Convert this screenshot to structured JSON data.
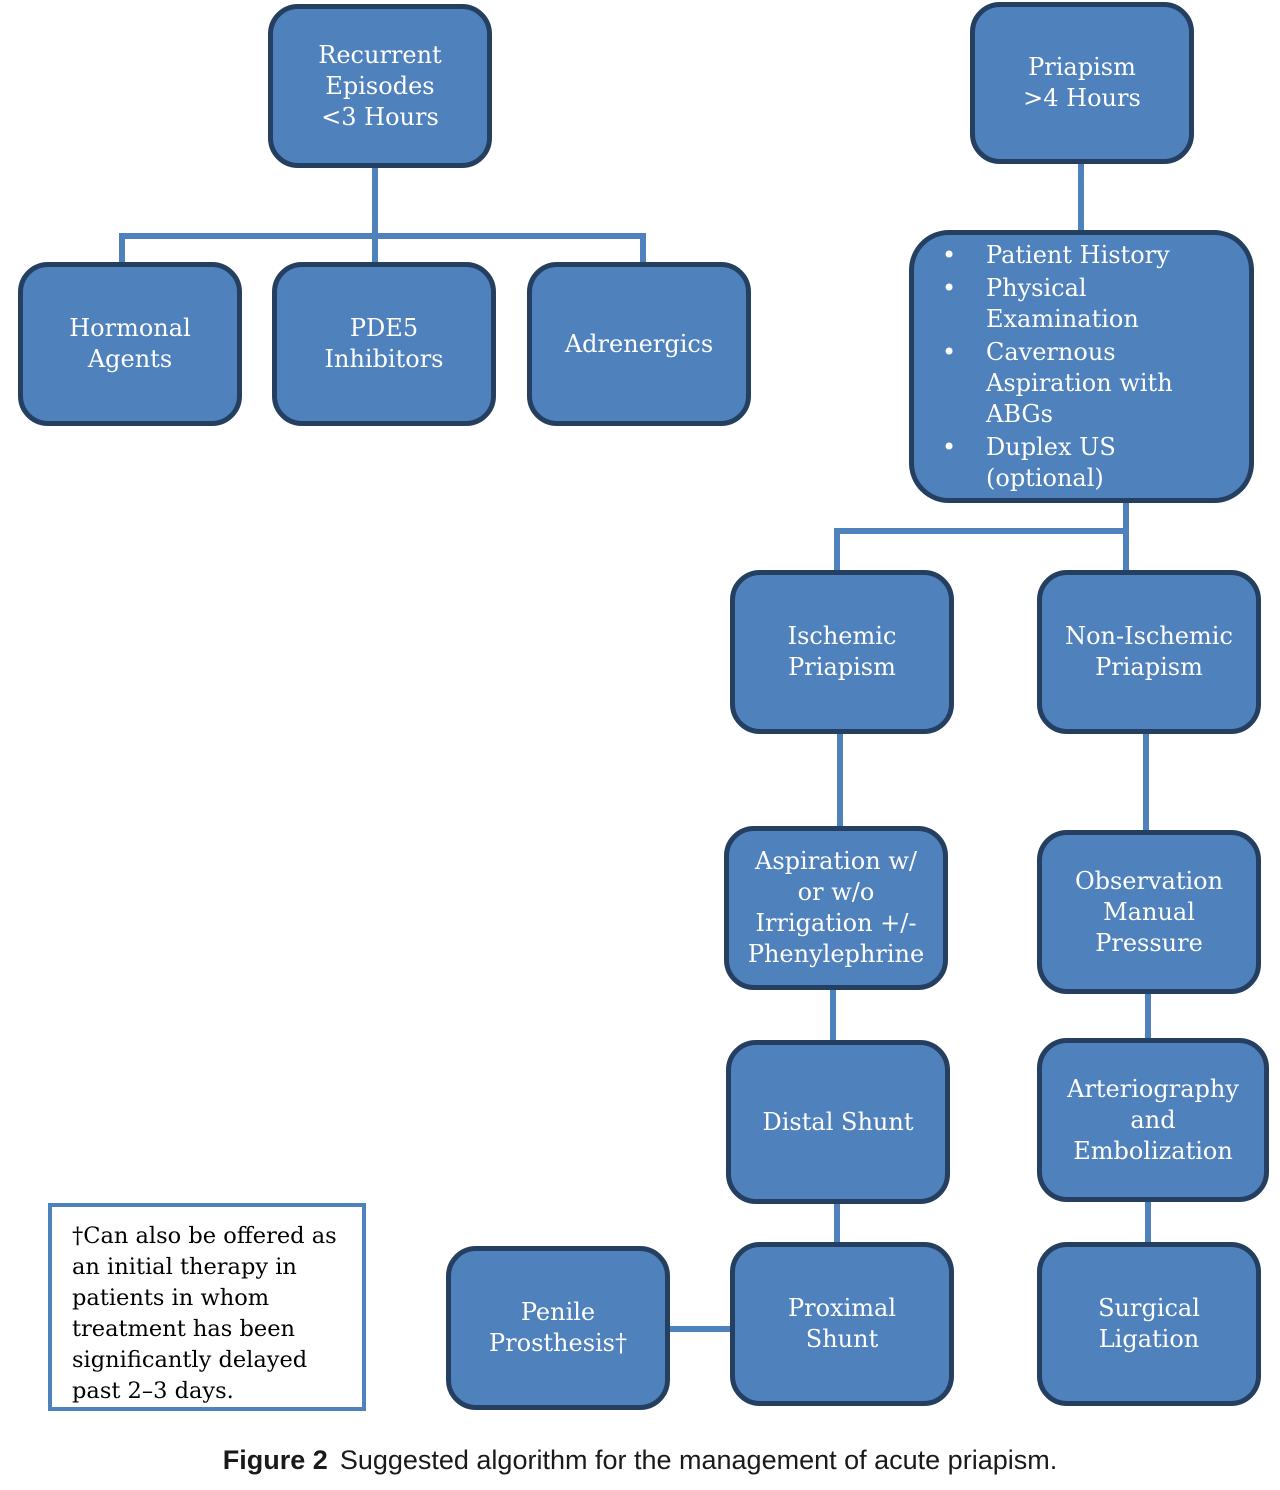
{
  "nodes": {
    "recurrent": "Recurrent\nEpisodes\n<3 Hours",
    "hormonal": "Hormonal\nAgents",
    "pde5": "PDE5\nInhibitors",
    "adrenergics": "Adrenergics",
    "priapism4h": "Priapism\n>4 Hours",
    "workup": [
      "Patient History",
      "Physical\nExamination",
      "Cavernous\nAspiration with ABGs",
      "Duplex US (optional)"
    ],
    "ischemic": "Ischemic\nPriapism",
    "nonischemic": "Non-Ischemic\nPriapism",
    "aspiration": "Aspiration w/\nor w/o\nIrrigation +/-\nPhenylephrine",
    "observation": "Observation\nManual\nPressure",
    "distal_shunt": "Distal Shunt",
    "arteriography": "Arteriography\nand\nEmbolization",
    "proximal_shunt": "Proximal\nShunt",
    "surgical_ligation": "Surgical\nLigation",
    "penile_prosthesis": "Penile\nProsthesis†"
  },
  "footnote": "†Can also be offered as\nan initial therapy in\npatients in whom\ntreatment has been\nsignificantly delayed\npast 2–3 days.",
  "caption": {
    "label": "Figure 2",
    "text": "Suggested algorithm for the management of acute priapism."
  },
  "colors": {
    "node_fill": "#4f81bd",
    "node_border": "#243f60",
    "connector": "#4f81bd"
  }
}
